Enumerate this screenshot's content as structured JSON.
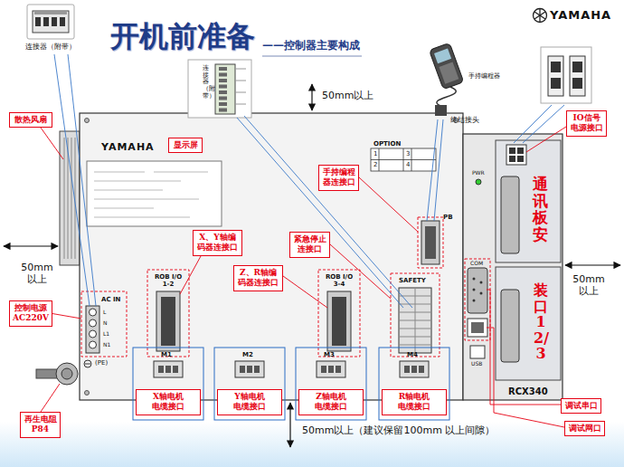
{
  "diagram": {
    "title": "开机前准备",
    "nodes": [
      {
        "text": [
          "散热风扇"
        ]
      },
      {
        "text": [
          "显示屏"
        ]
      },
      {
        "text": [
          "IO信号电源接口"
        ]
      },
      {
        "text": [
          "手持编程器连接口"
        ]
      },
      {
        "text": [
          "X、Y轴编码器连接口"
        ]
      },
      {
        "text": [
          "紧急停止连接口"
        ]
      },
      {
        "text": [
          "Z、R轴编码器连接口"
        ]
      },
      {
        "text": [
          "控制电源AC220V"
        ]
      },
      {
        "text": [
          "再生电阻P84"
        ]
      },
      {
        "text": [
          "X轴电机电缆接口"
        ]
      },
      {
        "text": [
          "Y轴电机电缆接口"
        ]
      },
      {
        "text": [
          "Z轴电机电缆接口"
        ]
      },
      {
        "text": [
          "R轴电机电缆接口"
        ]
      },
      {
        "text": [
          "调试串口"
        ]
      },
      {
        "text": [
          "调试网口"
        ]
      }
    ],
    "labels": [
      "——控制器主要构成",
      "YAMAHA",
      "连接器（附带）",
      "连接器（附带）",
      "手持编程器",
      "终结接头",
      "50mm以上",
      "50mm 以上",
      "50mm 以上",
      "50mm以上（建议保留100mm 以上间隙）",
      "YAMAHA",
      "OPTION",
      "1",
      "3",
      "2",
      "4",
      "PB",
      "ROB I/O 1-2",
      "ROB I/O 3-4",
      "SAFETY",
      "AC IN",
      "L",
      "N",
      "L1",
      "N1",
      "(PE)",
      "M1",
      "M2",
      "M3",
      "M4",
      "PWR",
      "COM",
      "USB",
      "RCX340",
      "通讯板安",
      "装口12/3"
    ]
  }
}
